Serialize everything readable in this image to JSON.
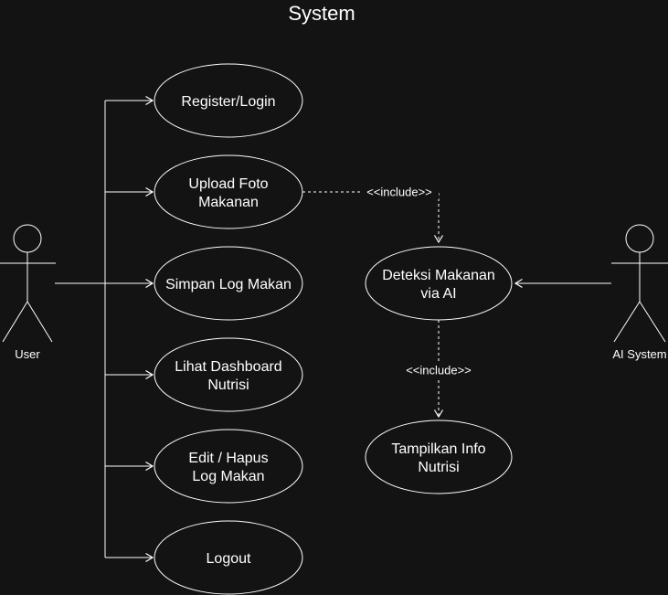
{
  "title": "System",
  "colors": {
    "background": "#131313",
    "line": "#ffffff",
    "text": "#ffffff"
  },
  "actors": {
    "user": {
      "label": "User"
    },
    "ai_system": {
      "label": "AI System"
    }
  },
  "usecases": {
    "register_login": {
      "lines": [
        "Register/Login"
      ]
    },
    "upload_foto_makanan": {
      "lines": [
        "Upload Foto",
        "Makanan"
      ]
    },
    "simpan_log_makan": {
      "lines": [
        "Simpan Log Makan"
      ]
    },
    "lihat_dashboard_nutrisi": {
      "lines": [
        "Lihat Dashboard",
        "Nutrisi"
      ]
    },
    "edit_hapus_log_makan": {
      "lines": [
        "Edit / Hapus",
        "Log Makan"
      ]
    },
    "logout": {
      "lines": [
        "Logout"
      ]
    },
    "deteksi_makanan_via_ai": {
      "lines": [
        "Deteksi Makanan",
        "via AI"
      ]
    },
    "tampilkan_info_nutrisi": {
      "lines": [
        "Tampilkan Info",
        "Nutrisi"
      ]
    }
  },
  "relations": {
    "include_upload_to_deteksi": {
      "label": "<<include>>"
    },
    "include_deteksi_to_tampilkan": {
      "label": "<<include>>"
    }
  }
}
